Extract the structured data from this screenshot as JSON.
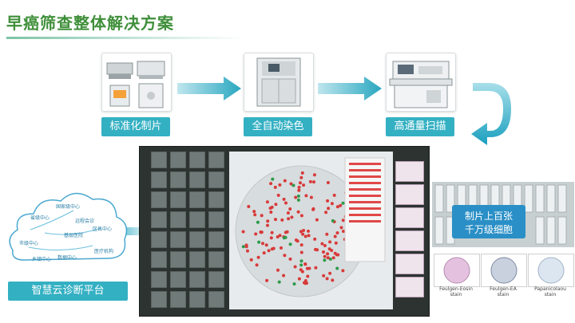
{
  "header": {
    "title": "早癌筛查整体解决方案"
  },
  "steps": [
    {
      "label": "标准化制片",
      "icon": "slide-preparation-machines-icon"
    },
    {
      "label": "全自动染色",
      "icon": "auto-staining-machine-icon"
    },
    {
      "label": "高通量扫描",
      "icon": "high-throughput-scanner-icon"
    }
  ],
  "callout": {
    "line1": "制片上百张",
    "line2": "千万级细胞"
  },
  "stains": [
    {
      "line1": "Feulgen-Eosin",
      "line2": "stain"
    },
    {
      "line1": "Feulgen-EA",
      "line2": "stain"
    },
    {
      "line1": "Papanicolaou",
      "line2": "stain"
    }
  ],
  "cloud": {
    "button_label": "智慧云诊断平台",
    "nodes": [
      "国家级中心",
      "省级中心",
      "市级中心",
      "区县中心",
      "远程会诊",
      "基层医院",
      "数据中心",
      "医疗机构",
      "乡镇中心"
    ]
  },
  "colors": {
    "accent": "#34b0c3",
    "title_green": "#3f8f3a",
    "callout_blue": "#2a8fc6"
  }
}
